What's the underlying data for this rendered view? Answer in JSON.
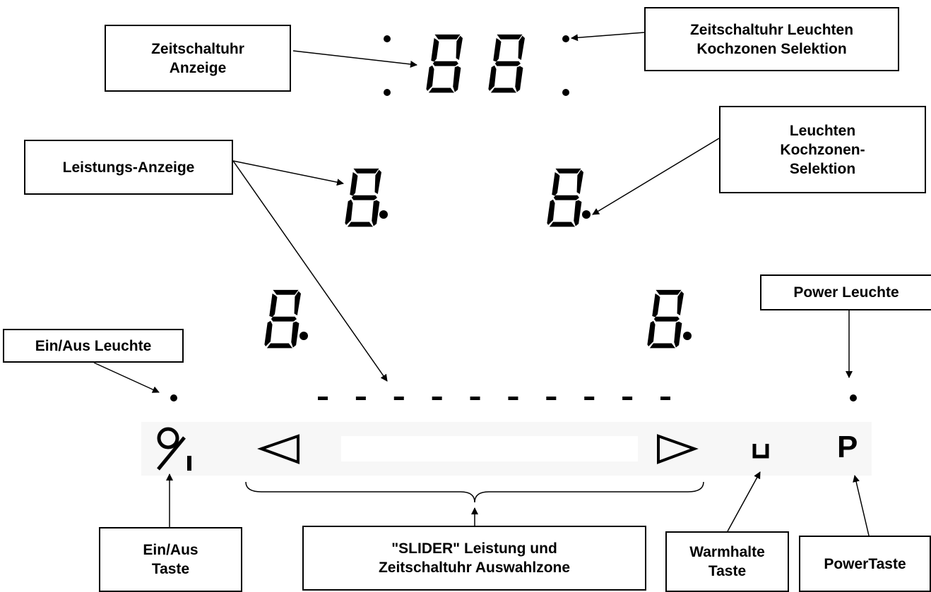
{
  "labels": {
    "timer_display": [
      "Zeitschaltuhr",
      "Anzeige"
    ],
    "timer_lights": [
      "Zeitschaltuhr Leuchten",
      "Kochzonen Selektion"
    ],
    "power_display": [
      "Leistungs-Anzeige"
    ],
    "zone_select_lights": [
      "Leuchten",
      "Kochzonen-",
      "Selektion"
    ],
    "on_off_light": [
      "Ein/Aus Leuchte"
    ],
    "power_light": [
      "Power Leuchte"
    ],
    "on_off_key": [
      "Ein/Aus",
      "Taste"
    ],
    "slider_zone": [
      "\"SLIDER\" Leistung und",
      "Zeitschaltuhr Auswahlzone"
    ],
    "keep_warm_key": [
      "Warmhalte",
      "Taste"
    ],
    "power_key": [
      "PowerTaste"
    ]
  },
  "panel": {
    "timer_digits": [
      "8",
      "8"
    ],
    "zone_digits": [
      "8",
      "8",
      "8",
      "8"
    ],
    "slider_marks": 10,
    "keys": {
      "on_off_icon": "on-off-icon",
      "slider_left_icon": "triangle-left-icon",
      "slider_right_icon": "triangle-right-icon",
      "keep_warm_icon": "keep-warm-icon",
      "power_symbol": "P"
    }
  },
  "colors": {
    "ink": "#000000",
    "panel": "#f7f7f7",
    "background": "#ffffff"
  }
}
